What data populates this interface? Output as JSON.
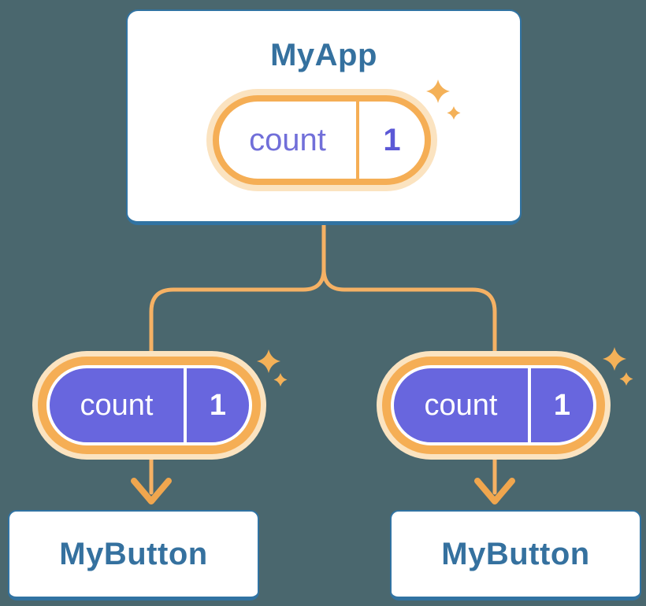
{
  "diagram": {
    "description": "React component tree with shared state",
    "background": "#4a676e",
    "palette": {
      "card_background": "#ffffff",
      "card_border_blue": "#3173a2",
      "title_text_blue": "#35719f",
      "pill_purple": "#6866de",
      "pill_ring_orange": "#f5ae55",
      "pill_halo_pale": "#fbe3c0",
      "connector_orange": "#f5b164",
      "arrowhead_orange": "#f0a64e",
      "sparkle_orange": "#f4b158",
      "root_pill_label_purple": "#716fd9",
      "root_pill_value_purple": "#5b58d6"
    },
    "root": {
      "title": "MyApp",
      "state_pill": {
        "label": "count",
        "value": "1"
      }
    },
    "children": [
      {
        "title": "MyButton",
        "state_pill": {
          "label": "count",
          "value": "1"
        }
      },
      {
        "title": "MyButton",
        "state_pill": {
          "label": "count",
          "value": "1"
        }
      }
    ]
  }
}
